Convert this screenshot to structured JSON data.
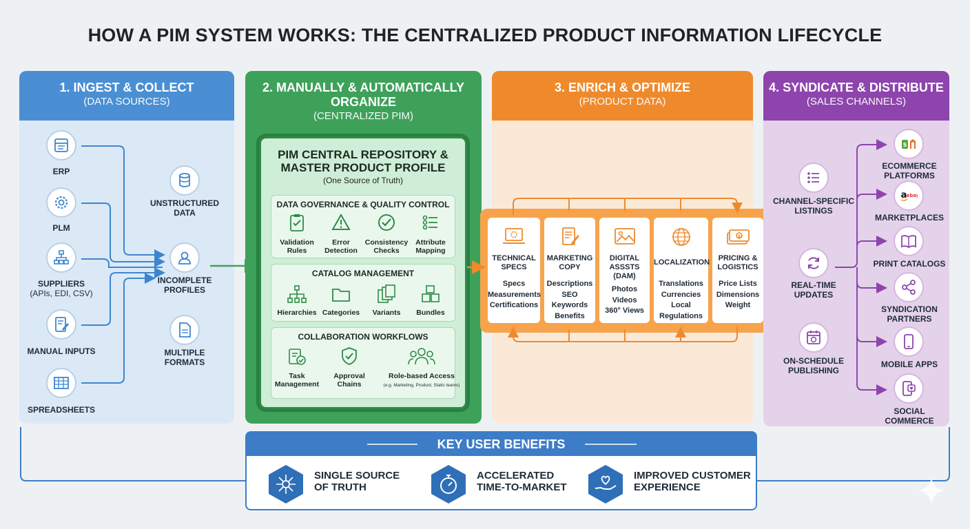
{
  "title": "HOW A PIM SYSTEM WORKS: THE CENTRALIZED PRODUCT INFORMATION LIFECYCLE",
  "col1": {
    "title": "1. INGEST & COLLECT",
    "subtitle": "(DATA SOURCES)",
    "sources": [
      "ERP",
      "PLM",
      "SUPPLIERS",
      "(APIs, EDI, CSV)",
      "MANUAL INPUTS",
      "SPREADSHEETS"
    ],
    "issues": [
      "UNSTRUCTURED",
      "DATA",
      "INCOMPLETE",
      "PROFILES",
      "MULTIPLE",
      "FORMATS"
    ]
  },
  "col2": {
    "title_line1": "2. MANUALLY & AUTOMATICALLY",
    "title_line2": "ORGANIZE",
    "subtitle": "(CENTRALIZED PIM)",
    "pim_title_line1": "PIM CENTRAL REPOSITORY &",
    "pim_title_line2": "MASTER PRODUCT PROFILE",
    "pim_sub": "(One Source of Truth)",
    "governance": {
      "title": "DATA GOVERNANCE & QUALITY CONTROL",
      "items": [
        [
          "Validation",
          "Rules"
        ],
        [
          "Error",
          "Detection"
        ],
        [
          "Consistency",
          "Checks"
        ],
        [
          "Attribute",
          "Mapping"
        ]
      ]
    },
    "catalog": {
      "title": "CATALOG MANAGEMENT",
      "items": [
        "Hierarchies",
        "Categories",
        "Variants",
        "Bundles"
      ]
    },
    "collab": {
      "title": "COLLABORATION WORKFLOWS",
      "items": [
        [
          "Task",
          "Management"
        ],
        [
          "Approval",
          "Chains"
        ],
        [
          "Role-based Access",
          ""
        ]
      ],
      "note": "(e.g. Marketing, Product, Static teams)"
    }
  },
  "col3": {
    "title": "3. ENRICH & OPTIMIZE",
    "subtitle": "(PRODUCT DATA)",
    "cards": [
      {
        "title": [
          "TECHNICAL",
          "SPECS"
        ],
        "lines": [
          "Specs",
          "Measurements",
          "Certifications"
        ]
      },
      {
        "title": [
          "MARKETING",
          "COPY"
        ],
        "lines": [
          "Descriptions",
          "SEO Keywords",
          "Benefits"
        ]
      },
      {
        "title": [
          "DIGITAL",
          "ASSSTS",
          "(DAM)"
        ],
        "lines": [
          "Photos",
          "Videos",
          "360° Views"
        ]
      },
      {
        "title": [
          "LOCALIZATION"
        ],
        "lines": [
          "Translations",
          "Currencies",
          "Local",
          "Regulations"
        ]
      },
      {
        "title": [
          "PRICING &",
          "LOGISTICS"
        ],
        "lines": [
          "Price Lists",
          "Dimensions",
          "Weight"
        ]
      }
    ]
  },
  "col4": {
    "title": "4. SYNDICATE & DISTRIBUTE",
    "subtitle": "(SALES CHANNELS)",
    "modes": [
      [
        "CHANNEL-SPECIFIC",
        "LISTINGS"
      ],
      [
        "REAL-TIME",
        "UPDATES"
      ],
      [
        "ON-SCHEDULE",
        "PUBLISHING"
      ]
    ],
    "channels": [
      [
        "ECOMMERCE",
        "PLATFORMS"
      ],
      [
        "MARKETPLACES"
      ],
      [
        "PRINT CATALOGS"
      ],
      [
        "SYNDICATION",
        "PARTNERS"
      ],
      [
        "MOBILE APPS"
      ],
      [
        "SOCIAL",
        "COMMERCE"
      ]
    ]
  },
  "benefits": {
    "title": "KEY USER BENEFITS",
    "items": [
      [
        "SINGLE SOURCE",
        "OF TRUTH"
      ],
      [
        "ACCELERATED",
        "TIME-TO-MARKET"
      ],
      [
        "IMPROVED CUSTOMER",
        "EXPERIENCE"
      ]
    ]
  },
  "colors": {
    "blue": "#4a8fd4",
    "green": "#3ea15a",
    "orange": "#ef8a2c",
    "purple": "#8e44ad"
  }
}
